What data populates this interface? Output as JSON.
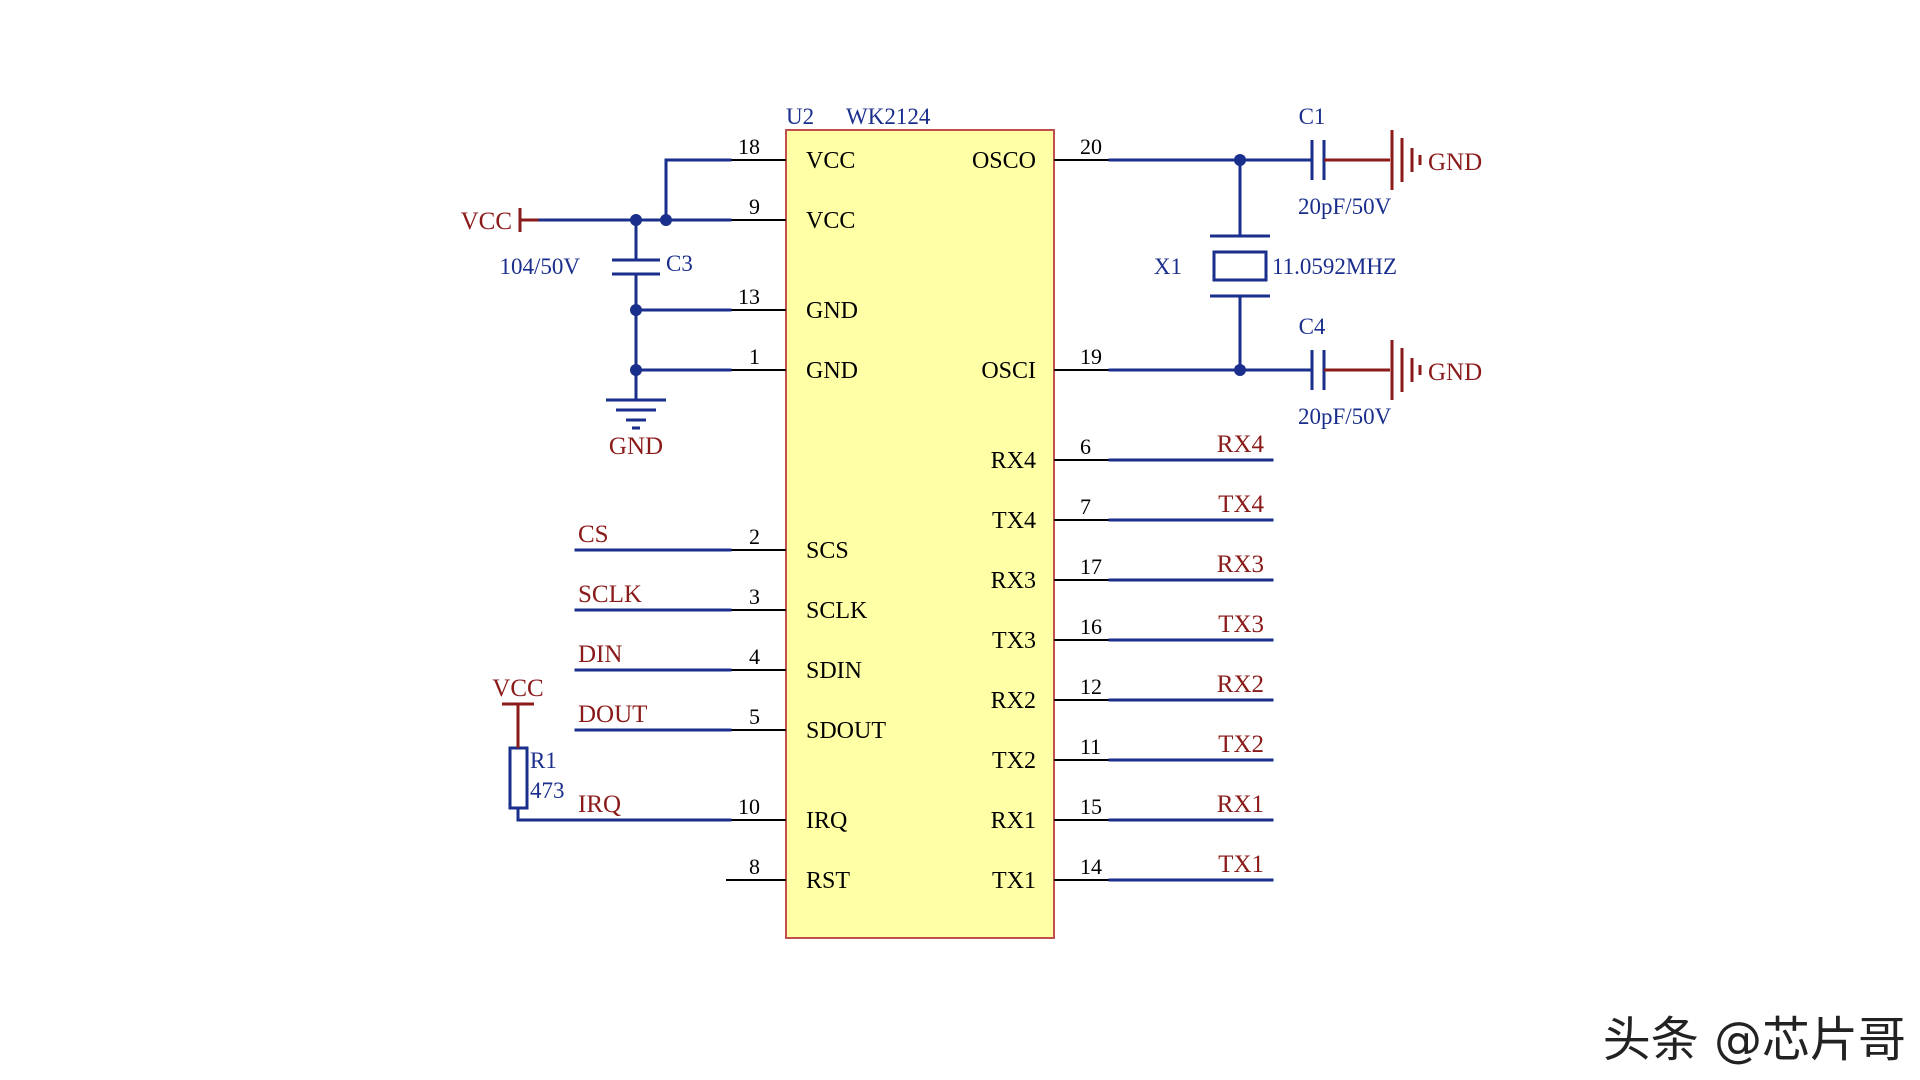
{
  "chip": {
    "designator": "U2",
    "part": "WK2124",
    "left_pins": [
      {
        "num": "18",
        "name": "VCC"
      },
      {
        "num": "9",
        "name": "VCC"
      },
      {
        "num": "13",
        "name": "GND"
      },
      {
        "num": "1",
        "name": "GND"
      },
      {
        "num": "2",
        "name": "SCS"
      },
      {
        "num": "3",
        "name": "SCLK"
      },
      {
        "num": "4",
        "name": "SDIN"
      },
      {
        "num": "5",
        "name": "SDOUT"
      },
      {
        "num": "10",
        "name": "IRQ"
      },
      {
        "num": "8",
        "name": "RST"
      }
    ],
    "right_pins": [
      {
        "num": "20",
        "name": "OSCO"
      },
      {
        "num": "19",
        "name": "OSCI"
      },
      {
        "num": "6",
        "name": "RX4"
      },
      {
        "num": "7",
        "name": "TX4"
      },
      {
        "num": "17",
        "name": "RX3"
      },
      {
        "num": "16",
        "name": "TX3"
      },
      {
        "num": "12",
        "name": "RX2"
      },
      {
        "num": "11",
        "name": "TX2"
      },
      {
        "num": "15",
        "name": "RX1"
      },
      {
        "num": "14",
        "name": "TX1"
      }
    ]
  },
  "net_labels": {
    "left": [
      "CS",
      "SCLK",
      "DIN",
      "DOUT",
      "IRQ"
    ],
    "right": [
      "RX4",
      "TX4",
      "RX3",
      "TX3",
      "RX2",
      "TX2",
      "RX1",
      "TX1"
    ]
  },
  "power": {
    "vcc_left": "VCC",
    "gnd_bottom": "GND",
    "vcc_r1": "VCC",
    "gnd_c1": "GND",
    "gnd_c4": "GND"
  },
  "components": {
    "c3": {
      "designator": "C3",
      "value": "104/50V"
    },
    "c1": {
      "designator": "C1",
      "value": "20pF/50V"
    },
    "c4": {
      "designator": "C4",
      "value": "20pF/50V"
    },
    "x1": {
      "designator": "X1",
      "value": "11.0592MHZ"
    },
    "r1": {
      "designator": "R1",
      "value": "473"
    }
  },
  "watermark": "头条 @芯片哥",
  "colors": {
    "wire": "#1a2e8c",
    "power": "#8b1a1a",
    "chip_fill": "#ffffa6",
    "chip_border": "#c0504d",
    "pin": "#000000"
  }
}
